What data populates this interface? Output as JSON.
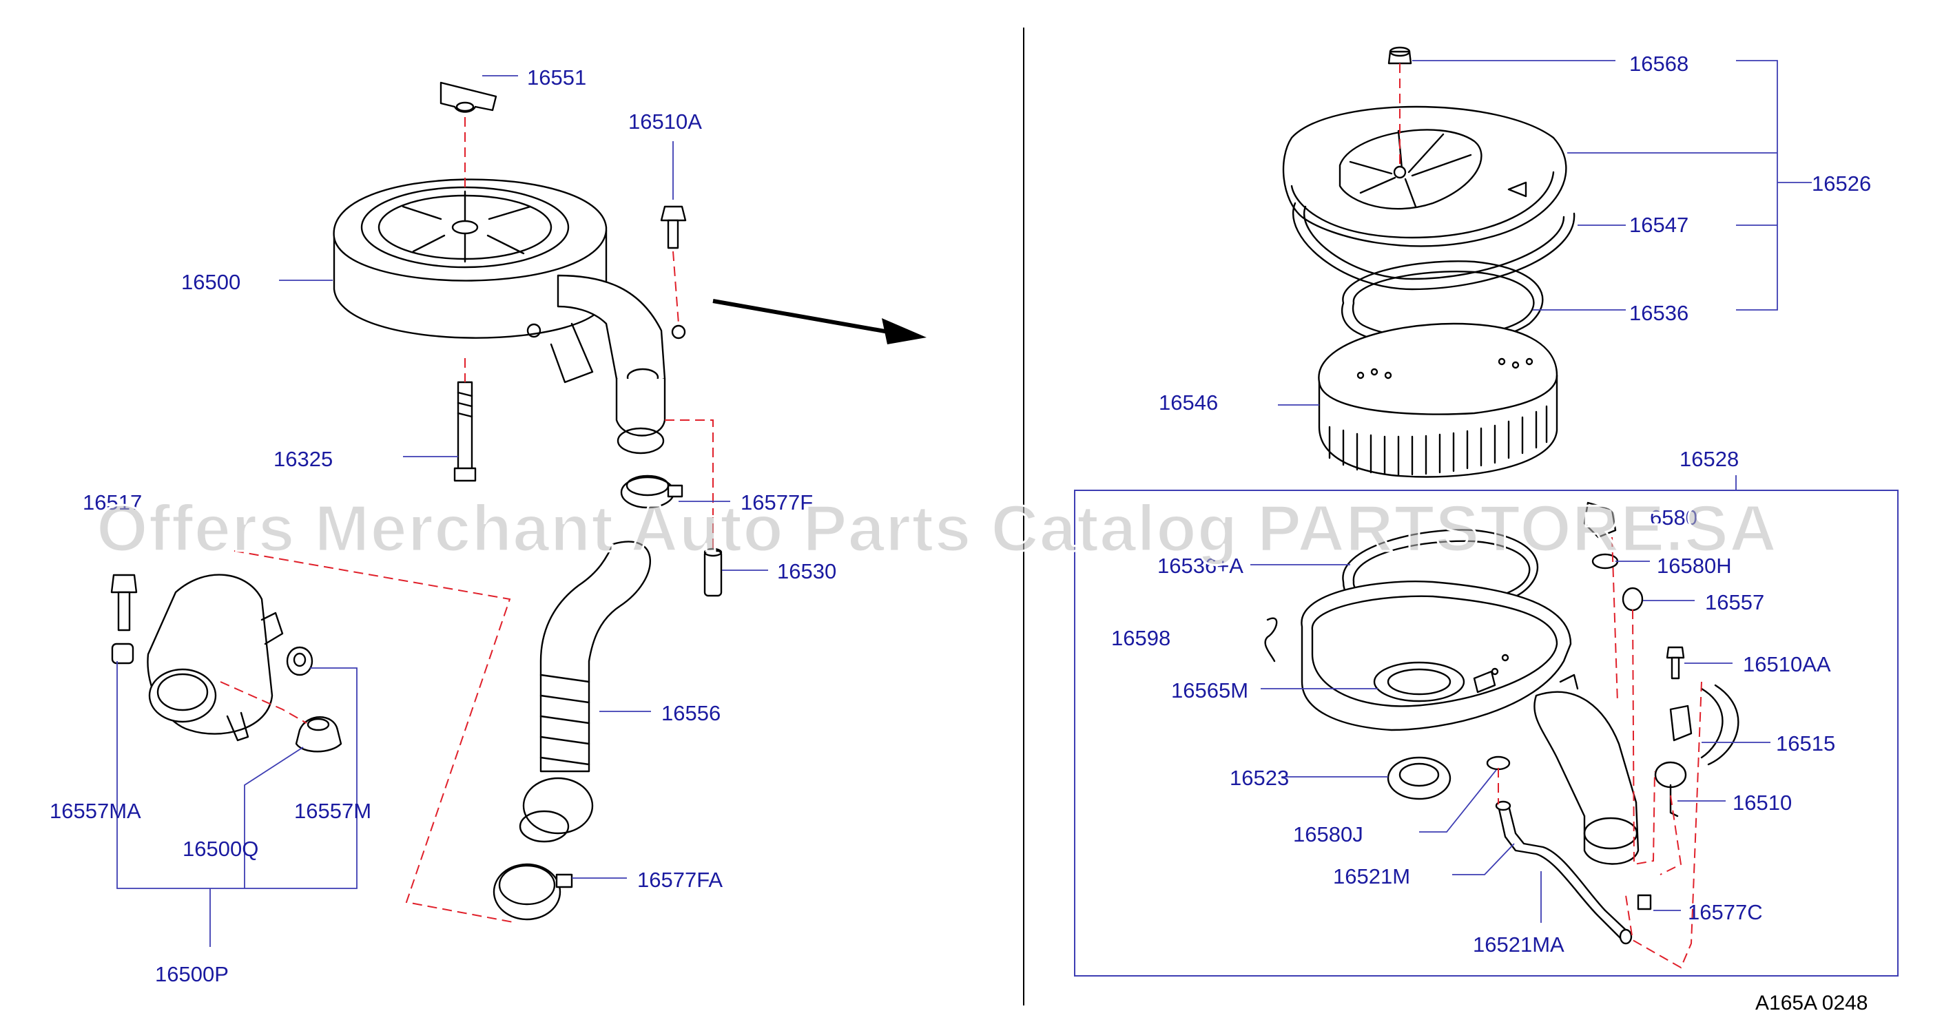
{
  "labels": {
    "p16551": "16551",
    "p16510A": "16510A",
    "p16500": "16500",
    "p16325": "16325",
    "p16517": "16517",
    "p16577F": "16577F",
    "p16530": "16530",
    "p16556": "16556",
    "p16557MA": "16557MA",
    "p16557M": "16557M",
    "p16500Q": "16500Q",
    "p16500P": "16500P",
    "p16577FA": "16577FA",
    "p16568": "16568",
    "p16526": "16526",
    "p16547": "16547",
    "p16536": "16536",
    "p16546": "16546",
    "p16528": "16528",
    "p6580": "6580",
    "p16536A": "16536+A",
    "p16580H": "16580H",
    "p16557": "16557",
    "p16598": "16598",
    "p16510AA": "16510AA",
    "p16565M": "16565M",
    "p16515": "16515",
    "p16523": "16523",
    "p16510": "16510",
    "p16580J": "16580J",
    "p16521M": "16521M",
    "p16577C": "16577C",
    "p16521MA": "16521MA"
  },
  "drawing_code": "A165A  0248",
  "watermark": "Offers Merchant Auto Parts Catalog PARTSTORE.SA"
}
